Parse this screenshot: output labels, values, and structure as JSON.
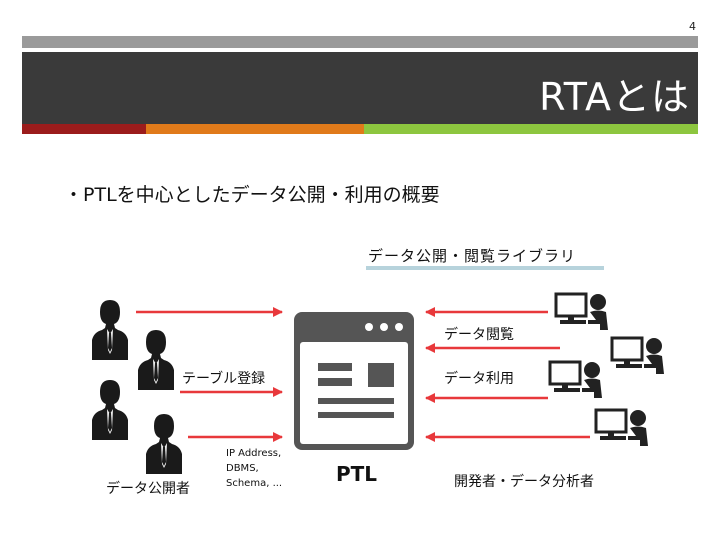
{
  "slide": {
    "page_number": "4",
    "title": "RTAとは",
    "bullet": "・PTLを中心としたデータ公開・利用の概要"
  },
  "diagram": {
    "library_label": "データ公開・閲覧ライブラリ",
    "labels": {
      "table_register": "テーブル登録",
      "data_browse": "データ閲覧",
      "data_use": "データ利用",
      "publisher": "データ公開者",
      "developer": "開発者・データ分析者",
      "ptl": "PTL"
    },
    "ip_info_lines": [
      "IP Address,",
      "DBMS,",
      "Schema, ..."
    ]
  },
  "colors": {
    "arrow": "#e8383b",
    "accent_red": "#9b1c1c",
    "accent_orange": "#e07a1a",
    "accent_green": "#8dc63f",
    "window_frame": "#555555"
  }
}
